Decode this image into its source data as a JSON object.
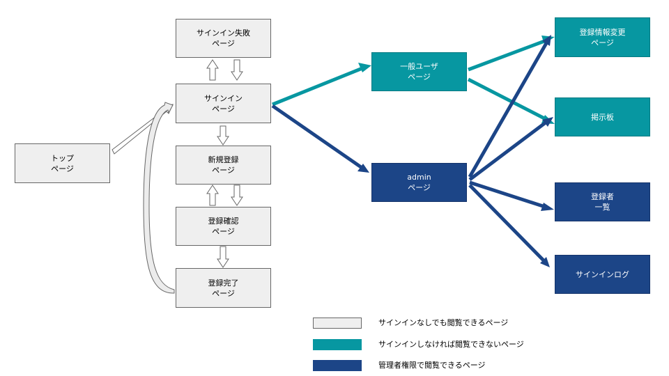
{
  "colors": {
    "gray": "#efefef",
    "teal": "#0797a1",
    "navy": "#1c4587",
    "outline": "#666666"
  },
  "nodes": {
    "signin_fail": {
      "line1": "サインイン失敗",
      "line2": "ページ"
    },
    "signin": {
      "line1": "サインイン",
      "line2": "ページ"
    },
    "top": {
      "line1": "トップ",
      "line2": "ページ"
    },
    "register": {
      "line1": "新規登録",
      "line2": "ページ"
    },
    "confirm": {
      "line1": "登録確認",
      "line2": "ページ"
    },
    "complete": {
      "line1": "登録完了",
      "line2": "ページ"
    },
    "general_user": {
      "line1": "一般ユーザ",
      "line2": "ページ"
    },
    "admin": {
      "line1": "admin",
      "line2": "ページ"
    },
    "edit_info": {
      "line1": "登録情報変更",
      "line2": "ページ"
    },
    "bulletin": {
      "line1": "掲示板"
    },
    "user_list": {
      "line1": "登録者",
      "line2": "一覧"
    },
    "signin_log": {
      "line1": "サインインログ"
    }
  },
  "legend": [
    {
      "color": "gray",
      "label": "サインインなしでも閲覧できるページ"
    },
    {
      "color": "teal",
      "label": "サインインしなければ閲覧できないページ"
    },
    {
      "color": "navy",
      "label": "管理者権限で閲覧できるページ"
    }
  ]
}
